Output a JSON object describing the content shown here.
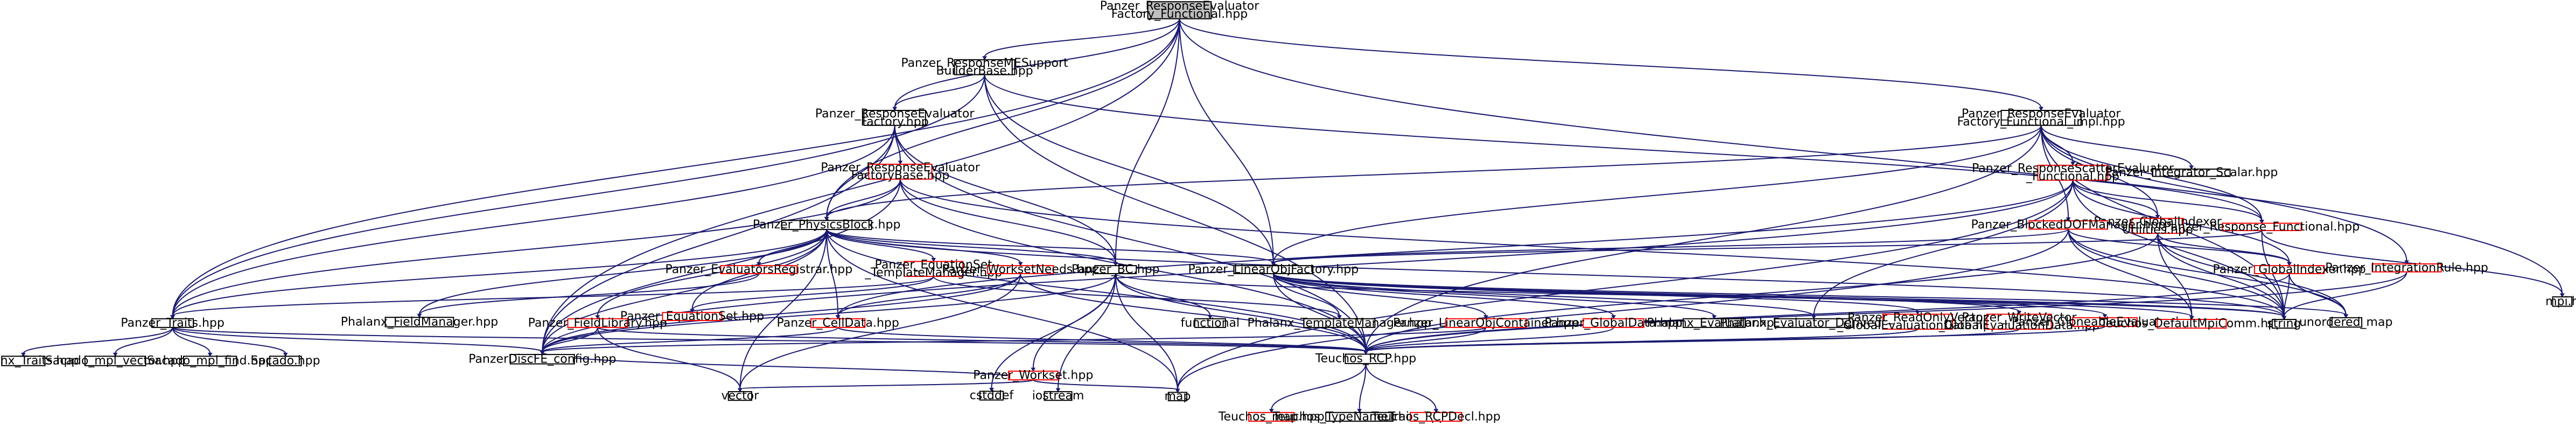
{
  "graph": {
    "title": "Include dependency graph for Panzer_ResponseEvaluatorFactory_Functional.hpp",
    "colors": {
      "root_fill": "#bfbfbf",
      "node_fill": "#ffffff",
      "documented_border": "#000000",
      "undocumented_border": "#ff0000",
      "edge": "#191970",
      "text": "#000000"
    },
    "nodes": [
      {
        "id": "root",
        "lines": [
          "Panzer_ResponseEvaluator",
          "Factory_Functional.hpp"
        ],
        "kind": "root"
      },
      {
        "id": "mesupport",
        "lines": [
          "Panzer_ResponseMESupport",
          "BuilderBase.hpp"
        ],
        "kind": "documented"
      },
      {
        "id": "ref",
        "lines": [
          "Panzer_ResponseEvaluator",
          "Factory.hpp"
        ],
        "kind": "documented"
      },
      {
        "id": "refbase",
        "lines": [
          "Panzer_ResponseEvaluator",
          "FactoryBase.hpp"
        ],
        "kind": "undocumented"
      },
      {
        "id": "physicsblock",
        "lines": [
          "Panzer_PhysicsBlock.hpp"
        ],
        "kind": "documented"
      },
      {
        "id": "refimpl",
        "lines": [
          "Panzer_ResponseEvaluator",
          "Factory_Functional_impl.hpp"
        ],
        "kind": "documented"
      },
      {
        "id": "scatter",
        "lines": [
          "Panzer_ResponseScatterEvaluator",
          "_Functional.hpp"
        ],
        "kind": "undocumented"
      },
      {
        "id": "integscalar",
        "lines": [
          "Panzer_Integrator_Scalar.hpp"
        ],
        "kind": "documented"
      },
      {
        "id": "gidx_util",
        "lines": [
          "Panzer_GlobalIndexer",
          "Utilities.hpp"
        ],
        "kind": "undocumented"
      },
      {
        "id": "resp_func",
        "lines": [
          "Panzer_Response_Functional.hpp"
        ],
        "kind": "undocumented"
      },
      {
        "id": "blocked",
        "lines": [
          "Panzer_BlockedDOFManager.hpp"
        ],
        "kind": "undocumented"
      },
      {
        "id": "evalreg",
        "lines": [
          "Panzer_EvaluatorsRegistrar.hpp"
        ],
        "kind": "undocumented"
      },
      {
        "id": "eqset_tm",
        "lines": [
          "Panzer_EquationSet",
          "_TemplateManager.hpp"
        ],
        "kind": "undocumented"
      },
      {
        "id": "worksetneeds",
        "lines": [
          "Panzer_WorksetNeeds.hpp"
        ],
        "kind": "undocumented"
      },
      {
        "id": "bc",
        "lines": [
          "Panzer_BC.hpp"
        ],
        "kind": "documented"
      },
      {
        "id": "linobj",
        "lines": [
          "Panzer_LinearObjFactory.hpp"
        ],
        "kind": "documented"
      },
      {
        "id": "gidx",
        "lines": [
          "Panzer_GlobalIndexer.hpp"
        ],
        "kind": "undocumented"
      },
      {
        "id": "intrule",
        "lines": [
          "Panzer_IntegrationRule.hpp"
        ],
        "kind": "undocumented"
      },
      {
        "id": "mpi",
        "lines": [
          "mpi.h"
        ],
        "kind": "documented"
      },
      {
        "id": "traits",
        "lines": [
          "Panzer_Traits.hpp"
        ],
        "kind": "documented"
      },
      {
        "id": "phal_fm",
        "lines": [
          "Phalanx_FieldManager.hpp"
        ],
        "kind": "documented"
      },
      {
        "id": "eqset",
        "lines": [
          "Panzer_EquationSet.hpp"
        ],
        "kind": "undocumented"
      },
      {
        "id": "fieldlib",
        "lines": [
          "Panzer_FieldLibrary.hpp"
        ],
        "kind": "undocumented"
      },
      {
        "id": "celldata",
        "lines": [
          "Panzer_CellData.hpp"
        ],
        "kind": "undocumented"
      },
      {
        "id": "functional",
        "lines": [
          "functional"
        ],
        "kind": "documented"
      },
      {
        "id": "phal_tm",
        "lines": [
          "Phalanx_TemplateManager.hpp"
        ],
        "kind": "documented"
      },
      {
        "id": "linobjcont",
        "lines": [
          "Panzer_LinearObjContainer.hpp"
        ],
        "kind": "undocumented"
      },
      {
        "id": "globaldata",
        "lines": [
          "Panzer_GlobalData.hpp"
        ],
        "kind": "undocumented"
      },
      {
        "id": "phal_eval",
        "lines": [
          "Phalanx_Evaluator.hpp"
        ],
        "kind": "documented"
      },
      {
        "id": "phal_evald",
        "lines": [
          "Phalanx_Evaluator_Derived.hpp"
        ],
        "kind": "documented"
      },
      {
        "id": "readonly",
        "lines": [
          "Panzer_ReadOnlyVector",
          "_GlobalEvaluationData.hpp"
        ],
        "kind": "undocumented"
      },
      {
        "id": "writevec",
        "lines": [
          "Panzer_WriteVector",
          "_GlobalEvaluationData.hpp"
        ],
        "kind": "undocumented"
      },
      {
        "id": "cloneable",
        "lines": [
          "Panzer_CloneableEvaluator.hpp"
        ],
        "kind": "undocumented"
      },
      {
        "id": "defmpicomm",
        "lines": [
          "Teuchos_DefaultMpiComm.hpp"
        ],
        "kind": "undocumented"
      },
      {
        "id": "string",
        "lines": [
          "string"
        ],
        "kind": "documented"
      },
      {
        "id": "umap",
        "lines": [
          "unordered_map"
        ],
        "kind": "documented"
      },
      {
        "id": "phal_traits",
        "lines": [
          "Phalanx_Traits.hpp"
        ],
        "kind": "documented"
      },
      {
        "id": "mpvec",
        "lines": [
          "Sacado_mpl_vector.hpp"
        ],
        "kind": "documented"
      },
      {
        "id": "mpfind",
        "lines": [
          "Sacado_mpl_find.hpp"
        ],
        "kind": "documented"
      },
      {
        "id": "sacado",
        "lines": [
          "Sacado.hpp"
        ],
        "kind": "documented"
      },
      {
        "id": "config",
        "lines": [
          "PanzerDiscFE_config.hpp"
        ],
        "kind": "documented"
      },
      {
        "id": "rcp",
        "lines": [
          "Teuchos_RCP.hpp"
        ],
        "kind": "documented"
      },
      {
        "id": "workset",
        "lines": [
          "Panzer_Workset.hpp"
        ],
        "kind": "undocumented"
      },
      {
        "id": "vector",
        "lines": [
          "vector"
        ],
        "kind": "documented"
      },
      {
        "id": "cstddef",
        "lines": [
          "cstddef"
        ],
        "kind": "documented"
      },
      {
        "id": "iostream",
        "lines": [
          "iostream"
        ],
        "kind": "documented"
      },
      {
        "id": "map",
        "lines": [
          "map"
        ],
        "kind": "documented"
      },
      {
        "id": "tmap",
        "lines": [
          "Teuchos_map.hpp"
        ],
        "kind": "undocumented"
      },
      {
        "id": "ttypename",
        "lines": [
          "Teuchos_TypeNameTraits.hpp"
        ],
        "kind": "documented"
      },
      {
        "id": "rcpdecl",
        "lines": [
          "Teuchos_RCPDecl.hpp"
        ],
        "kind": "undocumented"
      }
    ]
  }
}
